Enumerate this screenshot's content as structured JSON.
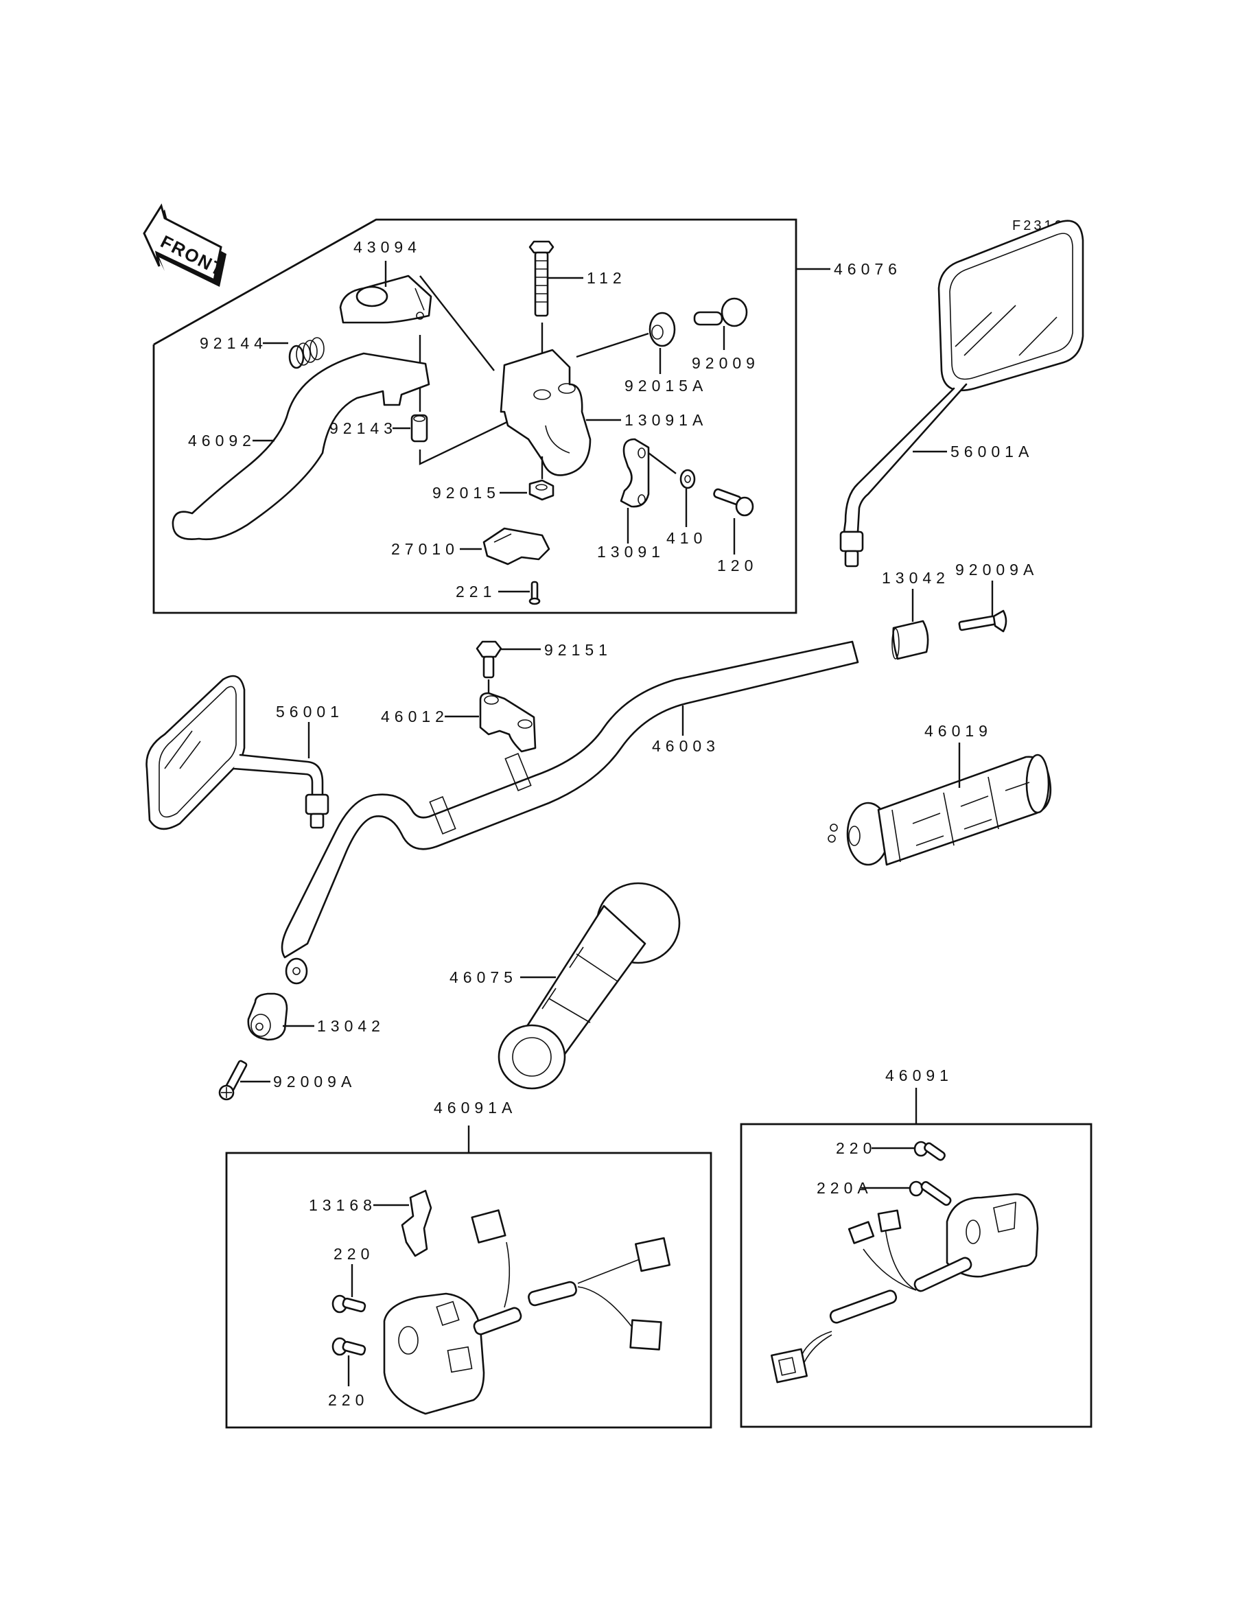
{
  "figure_code": "F2310",
  "front_arrow": {
    "text": "FRONT"
  },
  "assemblies": {
    "brake_lever_assy": "46076",
    "switch_left": "46091A",
    "switch_right": "46091"
  },
  "parts": {
    "p43094": "43094",
    "p112": "112",
    "p92144": "92144",
    "p92009": "92009",
    "p92015A": "92015A",
    "p46092": "46092",
    "p92143": "92143",
    "p13091A": "13091A",
    "p92015": "92015",
    "p410": "410",
    "p120": "120",
    "p27010": "27010",
    "p13091": "13091",
    "p221": "221",
    "p56001A": "56001A",
    "p13042_right": "13042",
    "p92009A_right": "92009A",
    "p92151": "92151",
    "p46012": "46012",
    "p56001": "56001",
    "p46003": "46003",
    "p46019": "46019",
    "p46075": "46075",
    "p13042_left": "13042",
    "p92009A_left": "92009A",
    "p13168": "13168",
    "p220_upper_left": "220",
    "p220_lower_left": "220",
    "p220_right": "220",
    "p220A": "220A"
  }
}
